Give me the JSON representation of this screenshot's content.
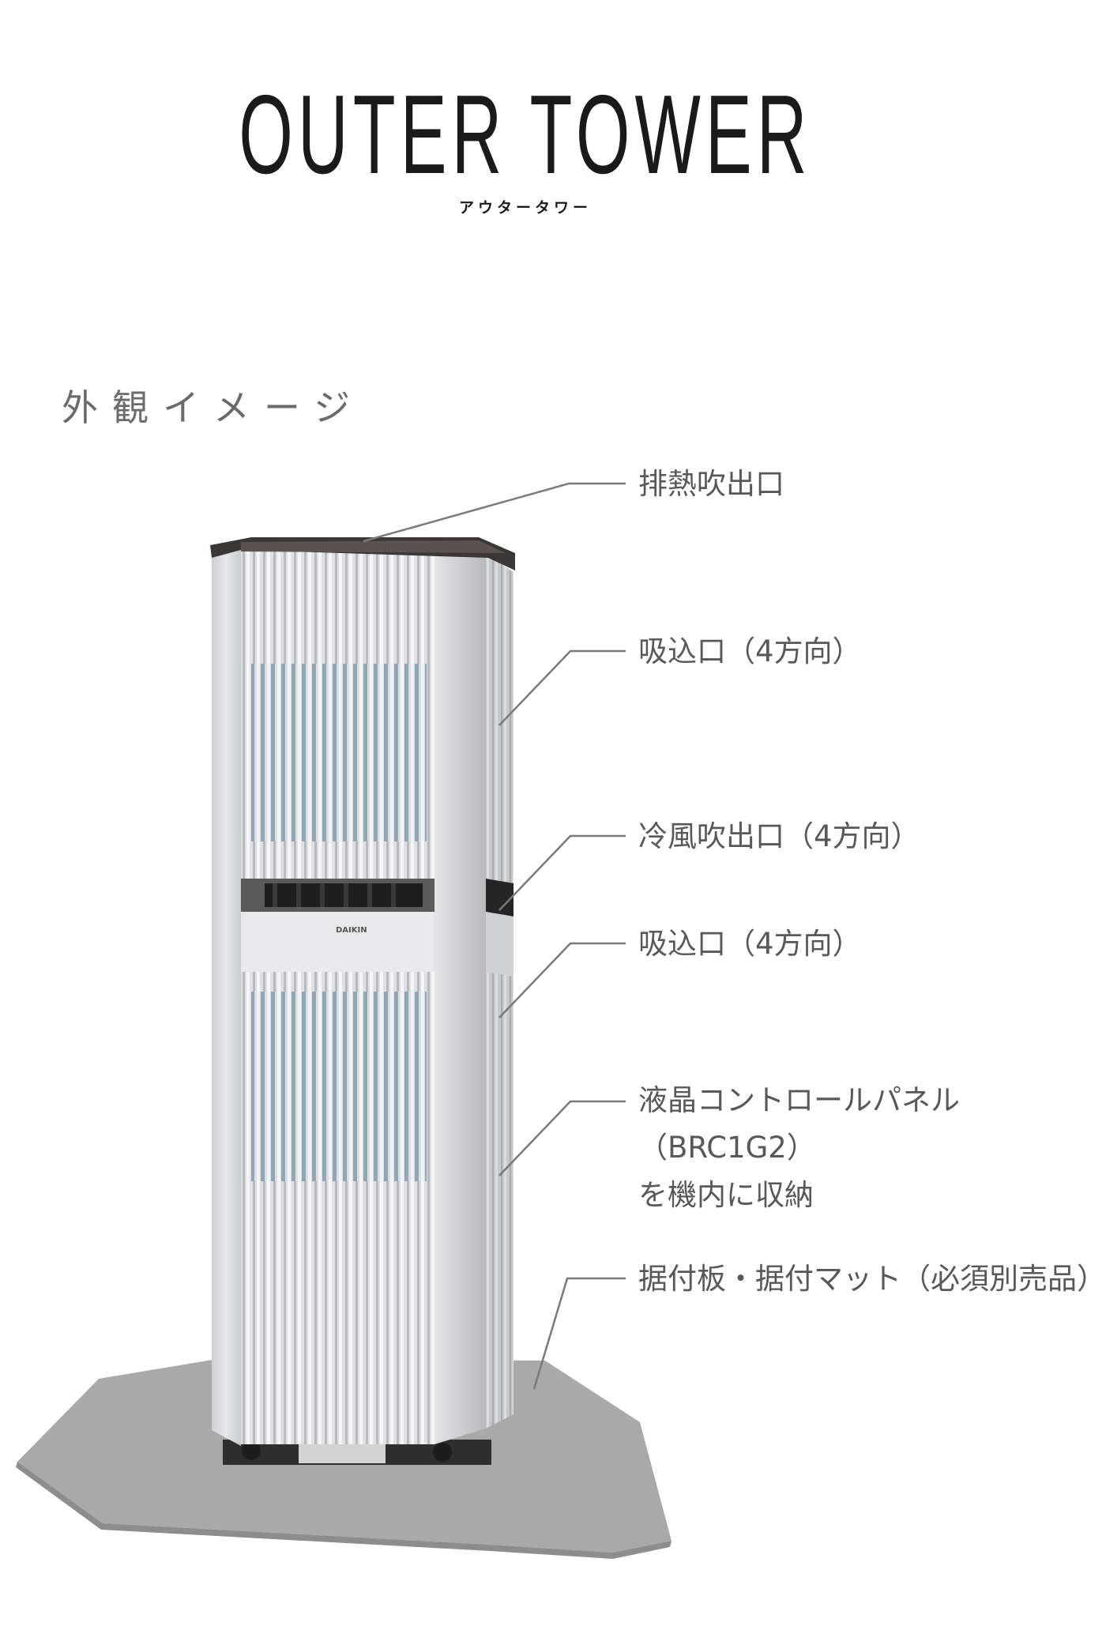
{
  "header": {
    "title": "OUTER TOWER",
    "subtitle": "アウタータワー"
  },
  "section": {
    "heading": "外観イメージ"
  },
  "callouts": [
    {
      "label": "排熱吹出口"
    },
    {
      "label": "吸込口（4方向）"
    },
    {
      "label": "冷風吹出口（4方向）"
    },
    {
      "label": "吸込口（4方向）"
    },
    {
      "lines": [
        "液晶コントロールパネル",
        "（BRC1G2）",
        "を機内に収納"
      ]
    },
    {
      "label": "据付板・据付マット（必須別売品）"
    }
  ],
  "product": {
    "logo_text": "DAIKIN",
    "colors": {
      "body": "#e4e4e6",
      "louver": "#d2d4d8",
      "coil": "#9fb3c0",
      "mat": "#a9a9a9",
      "top_cap": "#3b3737",
      "leader_line": "#7a7a7a"
    }
  }
}
